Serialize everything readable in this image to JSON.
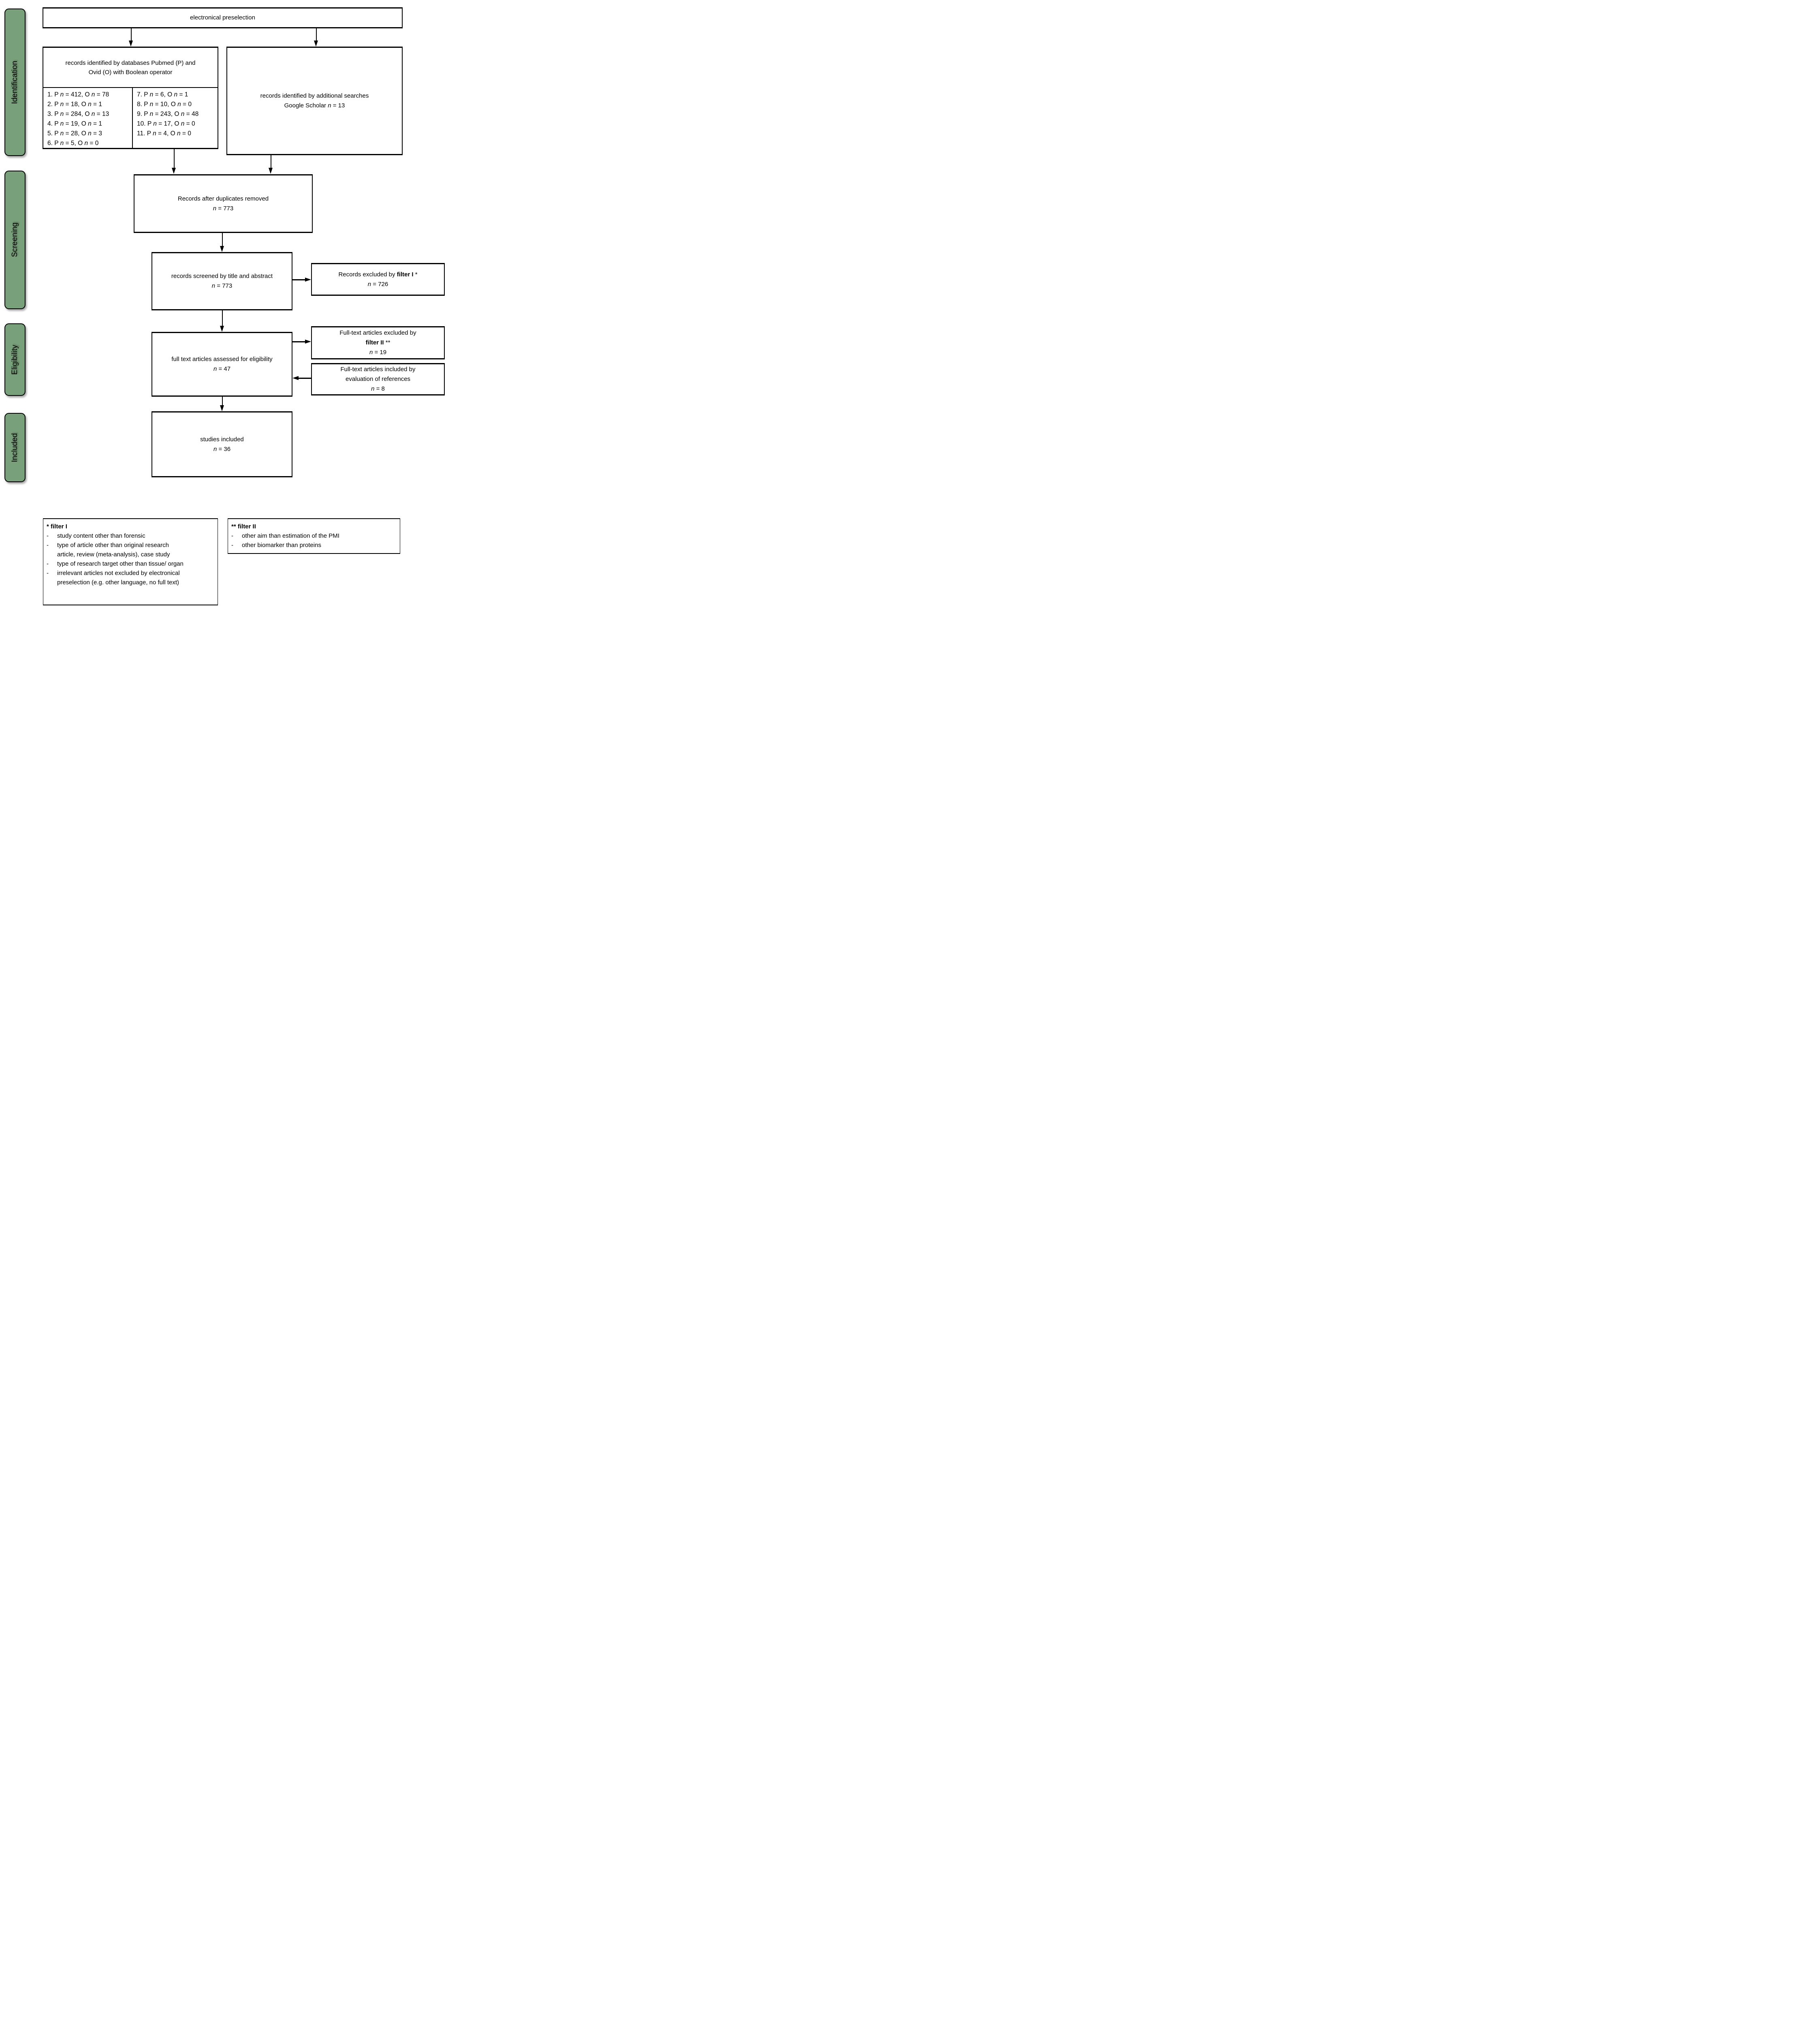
{
  "stages": [
    {
      "label": "Identification"
    },
    {
      "label": "Screening"
    },
    {
      "label": "Eligibility"
    },
    {
      "label": "Included"
    }
  ],
  "flow": {
    "preselection": {
      "label": "electronical preselection"
    },
    "databases": {
      "header": "records identified by databases Pubmed (P) and Ovid (O) with Boolean operator",
      "items_left": [
        "1. P n = 412, O n = 78",
        "2. P n = 18, O n = 1",
        "3. P n = 284, O n = 13",
        "4. P n = 19, O n = 1",
        "5. P n = 28, O n = 3",
        "6. P n = 5, O n = 0"
      ],
      "items_right": [
        "7. P n = 6, O n = 1",
        "8. P n = 10, O n = 0",
        "9. P n = 243, O n = 48",
        "10. P n = 17, O n = 0",
        "11. P n = 4, O n = 0"
      ]
    },
    "additional": {
      "line1": "records identified by additional searches",
      "line2": "Google Scholar n = 13"
    },
    "duplicates": {
      "label": "Records after duplicates removed",
      "count": "n = 773"
    },
    "screened": {
      "label": "records screened by title and abstract",
      "count": "n = 773"
    },
    "excluded_filter1": {
      "pre": "Records excluded by ",
      "bold": "filter I",
      "post": " *",
      "count": "n = 726"
    },
    "eligibility": {
      "label": "full text articles assessed for eligibility",
      "count": "n = 47"
    },
    "excluded_filter2": {
      "line1": "Full-text articles excluded by",
      "bold": "filter II",
      "post": " **",
      "count": "n = 19"
    },
    "references": {
      "line1": "Full-text articles included by",
      "line2": "evaluation of references",
      "count": "n = 8"
    },
    "included": {
      "label": "studies included",
      "count": "n = 36"
    }
  },
  "legend": {
    "filter1": {
      "marker": "*",
      "title": "filter I",
      "items": [
        "study content other than forensic",
        "type of article other than original research article, review (meta-analysis), case study",
        "type of research target other than tissue/ organ",
        "irrelevant articles not excluded by electronical preselection (e.g. other language, no full text)"
      ]
    },
    "filter2": {
      "marker": "**",
      "title": "filter II",
      "items": [
        "other aim than estimation of the PMI",
        "other biomarker than proteins"
      ]
    }
  },
  "colors": {
    "stage_fill": "#78A07A",
    "line": "#000000",
    "background": "#FFFFFF"
  }
}
